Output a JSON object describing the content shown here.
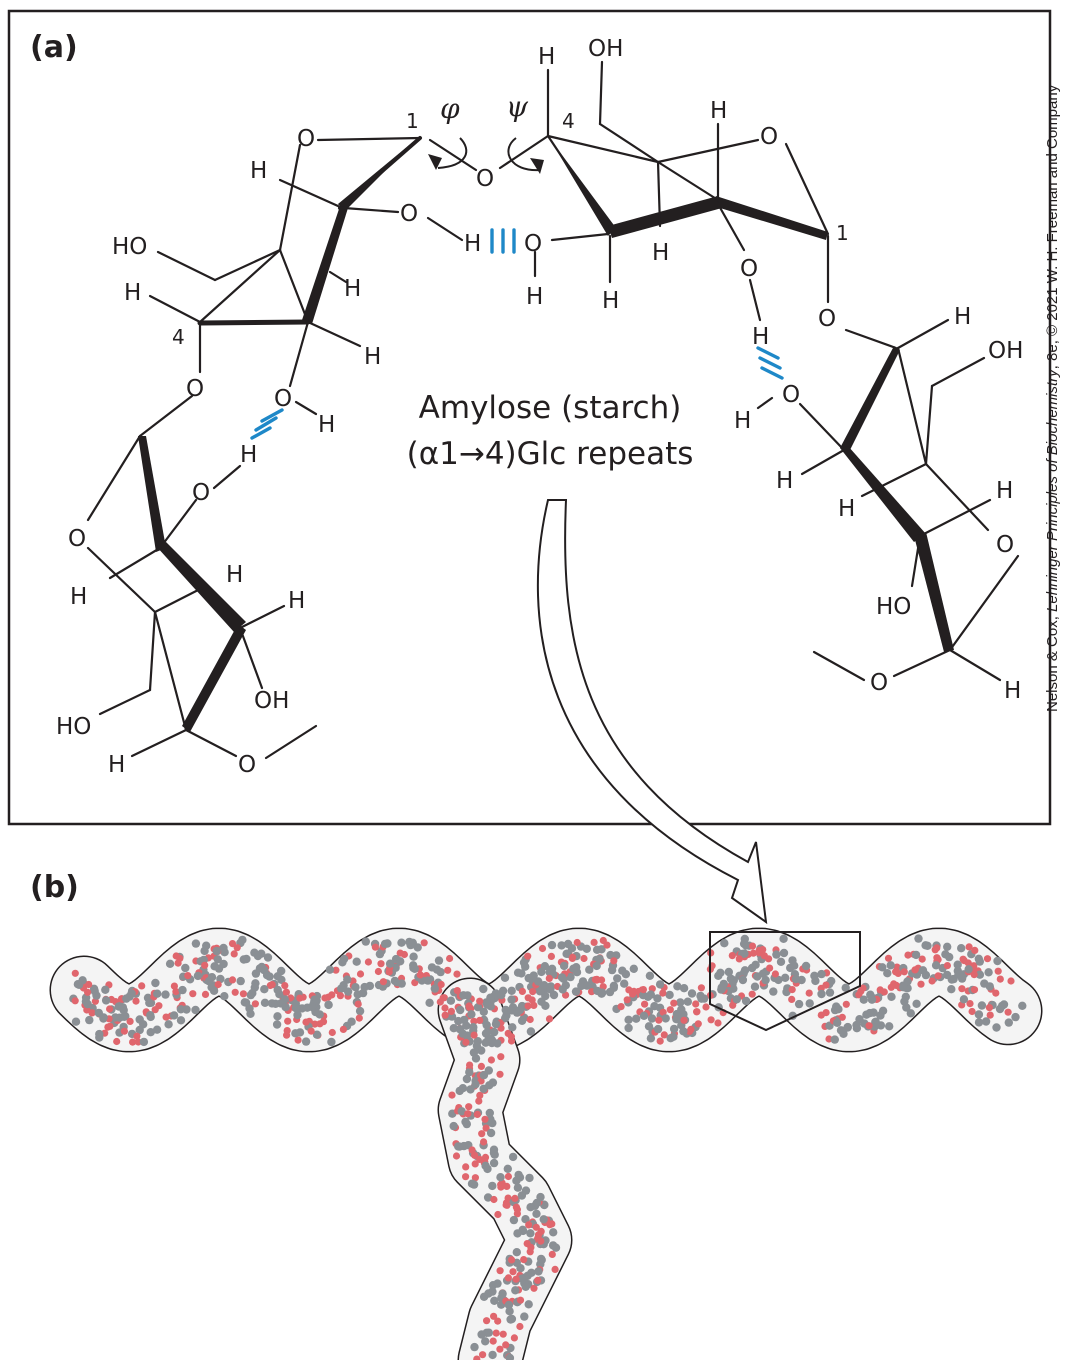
{
  "panels": {
    "a_label": "(a)",
    "b_label": "(b)"
  },
  "caption": {
    "line1": "Amylose (starch)",
    "line2": "(α1→4)Glc repeats"
  },
  "credit": {
    "part1": "Nelson & Cox, ",
    "part2": "Lehninger Principles of Biochemistry",
    "part3": ", 8e, © 2021 W. H. Freeman and Company"
  },
  "torsion": {
    "phi": "φ",
    "psi": "ψ"
  },
  "atoms": {
    "O": "O",
    "H": "H",
    "OH": "OH",
    "HO": "HO",
    "c1": "1",
    "c4": "4"
  },
  "colors": {
    "line": "#231f20",
    "hbond": "#1e88c8",
    "oxygen_atom": "#e0666d",
    "carbon_atom": "#8a8f94",
    "surface": "#f4f4f4"
  }
}
